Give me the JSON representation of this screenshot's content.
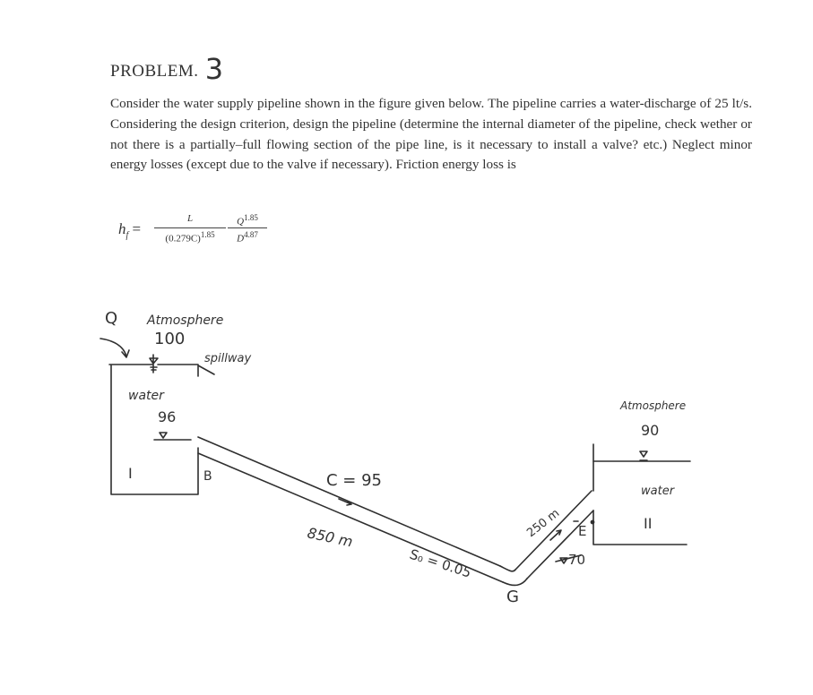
{
  "problem": {
    "label": "PROBLEM.",
    "number": "3"
  },
  "paragraph": "Consider the water supply pipeline shown in the figure given below. The pipeline carries a water-discharge of 25 lt/s. Considering the design criterion, design the pipeline (determine the internal diameter of the pipeline, check wether or not there is a partially–full flowing section of the pipe line, is it necessary to install a valve? etc.) Neglect minor energy losses (except due to the valve if necessary). Friction energy loss is",
  "formula": {
    "lhs": "h",
    "lhs_sub": "f",
    "equals": "=",
    "f1_num": "L",
    "f1_den": "(0.279C)",
    "f1_den_exp": "1.85",
    "f2_num": "Q",
    "f2_num_exp": "1.85",
    "f2_den": "D",
    "f2_den_exp": "4.87"
  },
  "figure": {
    "q_label": "Q",
    "atmosphere_left": "Atmosphere",
    "level_100": "100",
    "spillway": "spillway",
    "water_left": "water",
    "level_96": "96",
    "reservoir_1": "I",
    "point_b": "B",
    "c_value": "C = 95",
    "length_850": "850 m",
    "slope": "S₀ = 0.05",
    "point_g": "G",
    "length_250": "250 m",
    "point_e": "E",
    "level_70": "70",
    "atmosphere_right": "Atmosphere",
    "level_90": "90",
    "water_right": "water",
    "reservoir_2": "II"
  }
}
